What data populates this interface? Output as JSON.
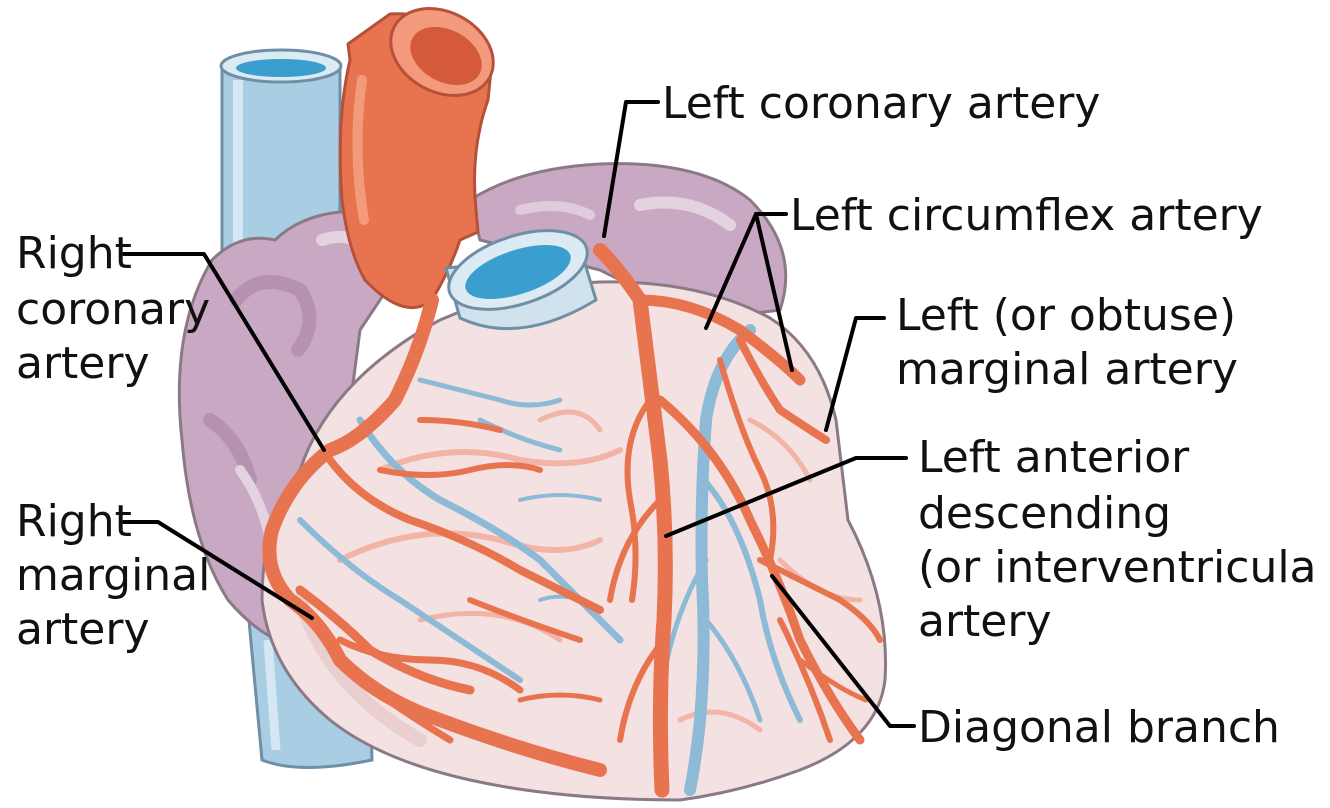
{
  "labels": {
    "left_coronary_artery": "Left coronary artery",
    "left_circumflex_artery": "Left circumflex artery",
    "left_marginal": [
      "Left (or obtuse)",
      "marginal artery"
    ],
    "left_anterior_descending": [
      "Left anterior",
      "descending",
      "(or interventricula",
      "artery"
    ],
    "diagonal_branch": "Diagonal branch",
    "right_coronary_artery": [
      "Right",
      "coronary",
      "artery"
    ],
    "right_marginal_artery": [
      "Right",
      "marginal",
      "artery"
    ]
  },
  "colors": {
    "artery": "#e8734f",
    "vein": "#a9cde3",
    "vein_lumen": "#3a9fcf",
    "myocardium": "#f4e1e1",
    "atrium": "#c9a8c4",
    "outline": "#8a7a86"
  }
}
